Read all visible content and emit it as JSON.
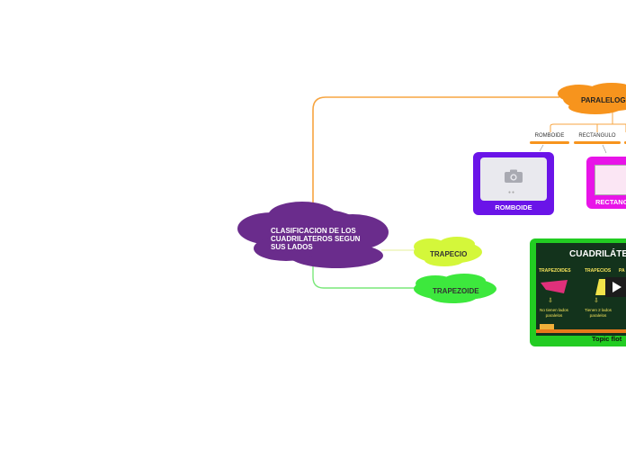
{
  "central": {
    "label": "CLASIFICACION DE LOS CUADRILATEROS SEGUN SUS LADOS"
  },
  "nodes": {
    "paralelogramo": {
      "label": "PARALELOG"
    },
    "trapecio": {
      "label": "TRAPECIO"
    },
    "trapezoide": {
      "label": "TRAPEZOIDE"
    }
  },
  "sub_branches": [
    {
      "label": "ROMBOIDE"
    },
    {
      "label": "RECTANGULO"
    }
  ],
  "cards": {
    "romboide": {
      "title": "ROMBOIDE"
    },
    "rectangulo": {
      "title": "RECTANG"
    },
    "topic": {
      "title": "Topic flot"
    }
  },
  "video": {
    "heading": "CUADRILÁTERO",
    "columns": [
      "TRAPEZOIDES",
      "TRAPECIOS",
      "PA"
    ],
    "notes": [
      "No tienen lados paralelos",
      "Tienen 2 lados paralelos"
    ]
  },
  "colors": {
    "central": "#6a2c8c",
    "paralelogramo": "#f7941d",
    "trapecio": "#d4f73a",
    "trapezoide": "#3de83d",
    "romboide_card": "#6a14e8",
    "rectangulo_card": "#e814e8",
    "topic_card": "#22cc22",
    "connector_orange": "#f7a541",
    "connector_yellow": "#e6ef9a",
    "connector_green": "#7ae87a"
  }
}
